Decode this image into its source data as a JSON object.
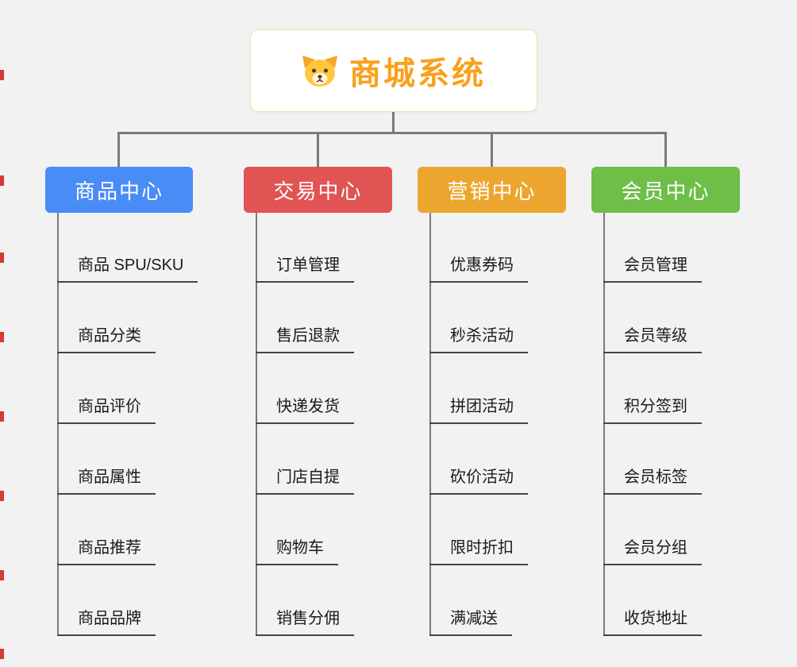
{
  "root": {
    "title": "商城系统",
    "icon": "dog-icon"
  },
  "branches": [
    {
      "id": "goods-center",
      "label": "商品中心",
      "color": "#4A8CF6",
      "children": [
        "商品 SPU/SKU",
        "商品分类",
        "商品评价",
        "商品属性",
        "商品推荐",
        "商品品牌"
      ]
    },
    {
      "id": "trade-center",
      "label": "交易中心",
      "color": "#E25353",
      "children": [
        "订单管理",
        "售后退款",
        "快递发货",
        "门店自提",
        "购物车",
        "销售分佣"
      ]
    },
    {
      "id": "marketing-center",
      "label": "营销中心",
      "color": "#ECA62F",
      "children": [
        "优惠券码",
        "秒杀活动",
        "拼团活动",
        "砍价活动",
        "限时折扣",
        "满减送"
      ]
    },
    {
      "id": "member-center",
      "label": "会员中心",
      "color": "#6FBE47",
      "children": [
        "会员管理",
        "会员等级",
        "积分签到",
        "会员标签",
        "会员分组",
        "收货地址"
      ]
    }
  ],
  "colors": {
    "background": "#F2F2F2",
    "connector": "#7A7A7A",
    "underline": "#454545",
    "child_text": "#1A1A1A",
    "root_text": "#F9A11B",
    "root_border": "#F2DFB2",
    "root_bg": "#FFFFFF",
    "branch_text": "#FFFFFF",
    "edge_marker": "#D63A31"
  }
}
